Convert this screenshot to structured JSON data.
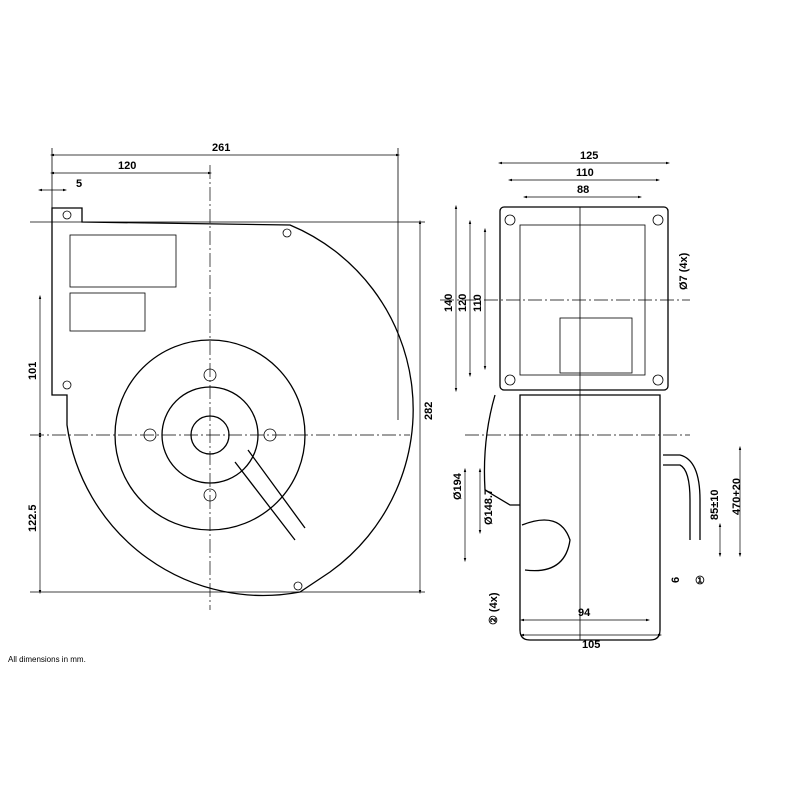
{
  "front_view": {
    "dim_width": "261",
    "dim_center_offset": "120",
    "dim_flange": "5",
    "dim_upper": "101",
    "dim_lower": "122.5",
    "dim_height": "282"
  },
  "side_view": {
    "dim_flange_width": "125",
    "dim_hole_pitch_w": "110",
    "dim_inlet_w": "88",
    "dim_flange_height": "140",
    "dim_hole_pitch_h": "120",
    "dim_inlet_h": "110",
    "hole_note": "Ø7 (4x)",
    "dia_outer": "Ø194",
    "dia_inner": "Ø148.7",
    "note_2": "② (4x)",
    "dim_94": "94",
    "dim_105": "105",
    "cable_strip": "85±10",
    "cable_length": "470+20",
    "dim_6": "6",
    "note_1": "①"
  },
  "footnote": "All dimensions in mm."
}
